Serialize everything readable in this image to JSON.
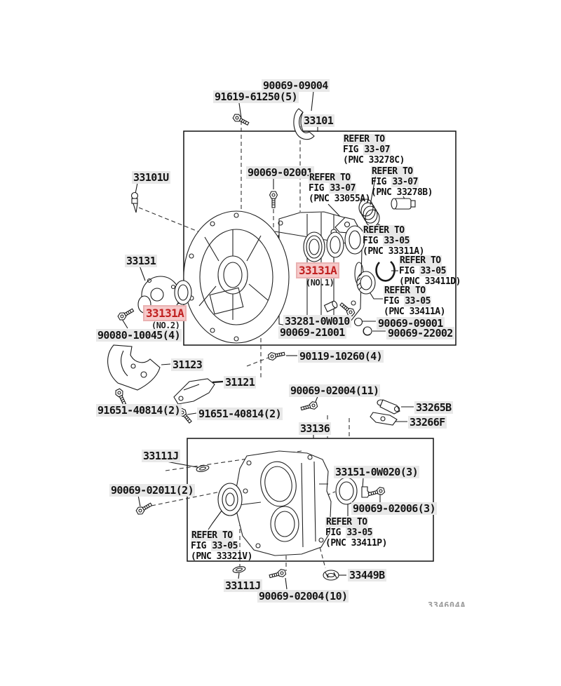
{
  "figure": {
    "code": "334604A"
  },
  "colors": {
    "line": "#1a1a1a",
    "label_highlight": "#e8e8e8",
    "red_label_text": "#c02020",
    "red_label_bg": "#f6c9c9",
    "red_label_border": "#eab2b2"
  },
  "labels": {
    "pn_91619": "91619-61250(5)",
    "pn_90069_09004": "90069-09004",
    "pn_33101": "33101",
    "pn_33101u": "33101U",
    "pn_90069_02001": "90069-02001",
    "pn_33131": "33131",
    "pn_33131a_no1": "33131A",
    "sub_no1": "(NO.1)",
    "pn_33131a_no2": "33131A",
    "sub_no2": "(NO.2)",
    "pn_90080": "90080-10045(4)",
    "pn_33281": "33281-0W010",
    "pn_90069_21001": "90069-21001",
    "pn_90069_09001": "90069-09001",
    "pn_90069_22002": "90069-22002",
    "pn_90119": "90119-10260(4)",
    "pn_31123": "31123",
    "pn_31121": "31121",
    "pn_91651_a": "91651-40814(2)",
    "pn_91651_b": "91651-40814(2)",
    "pn_90069_02004_11": "90069-02004(11)",
    "pn_33265b": "33265B",
    "pn_33266f": "33266F",
    "pn_33136": "33136",
    "pn_33111j_a": "33111J",
    "pn_90069_02011": "90069-02011(2)",
    "pn_33151": "33151-0W020(3)",
    "pn_90069_02006": "90069-02006(3)",
    "pn_33111j_b": "33111J",
    "pn_90069_02004_10": "90069-02004(10)",
    "pn_33449b": "33449B"
  },
  "refer_blocks": {
    "r33278c": {
      "refer": "REFER TO",
      "fig": "FIG",
      "code": "33-07",
      "pnc": "(PNC 33278C)"
    },
    "r33055a": {
      "refer": "REFER TO",
      "fig": "FIG",
      "code": "33-07",
      "pnc": "(PNC 33055A)"
    },
    "r33278b": {
      "refer": "REFER TO",
      "fig": "FIG",
      "code": "33-07",
      "pnc": "(PNC 33278B)"
    },
    "r33311a": {
      "refer": "REFER TO",
      "fig": "FIG",
      "code": "33-05",
      "pnc": "(PNC 33311A)"
    },
    "r33411d": {
      "refer": "REFER TO",
      "fig": "FIG",
      "code": "33-05",
      "pnc": "(PNC 33411D)"
    },
    "r33411a": {
      "refer": "REFER TO",
      "fig": "FIG",
      "code": "33-05",
      "pnc": "(PNC 33411A)"
    },
    "r33321v": {
      "refer": "REFER TO",
      "fig": "FIG",
      "code": "33-05",
      "pnc": "(PNC 33321V)"
    },
    "r33411p": {
      "refer": "REFER TO",
      "fig": "FIG",
      "code": "33-05",
      "pnc": "(PNC 33411P)"
    }
  }
}
